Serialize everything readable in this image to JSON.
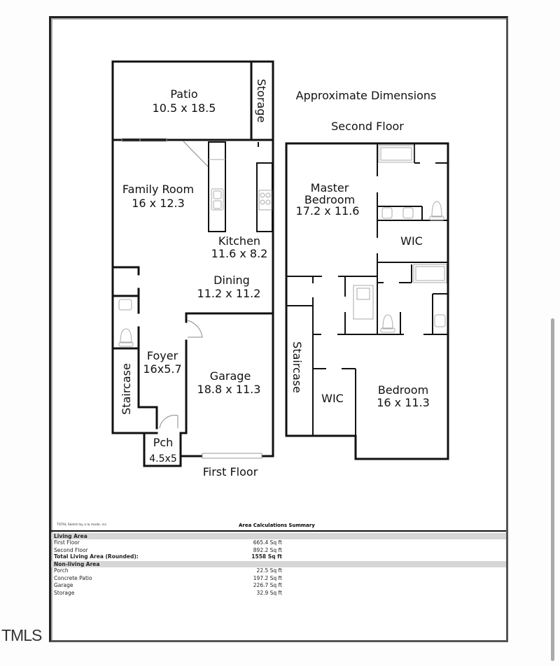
{
  "header": {
    "approx": "Approximate Dimensions",
    "second_floor_title": "Second Floor",
    "first_floor_title": "First Floor"
  },
  "first_floor": {
    "patio": {
      "name": "Patio",
      "dims": "10.5 x 18.5"
    },
    "storage": {
      "name": "Storage"
    },
    "family_room": {
      "name": "Family Room",
      "dims": "16 x 12.3"
    },
    "kitchen": {
      "name": "Kitchen",
      "dims": "11.6 x 8.2"
    },
    "dining": {
      "name": "Dining",
      "dims": "11.2 x 11.2"
    },
    "foyer": {
      "name": "Foyer",
      "dims": "16x5.7"
    },
    "garage": {
      "name": "Garage",
      "dims": "18.8 x 11.3"
    },
    "staircase": {
      "name": "Staircase"
    },
    "porch": {
      "name": "Pch",
      "dims": "4.5x5"
    }
  },
  "second_floor": {
    "master_bedroom": {
      "name1": "Master",
      "name2": "Bedroom",
      "dims": "17.2 x 11.6"
    },
    "master_wic": {
      "name": "WIC"
    },
    "staircase": {
      "name": "Staircase"
    },
    "wic": {
      "name": "WIC"
    },
    "bedroom": {
      "name": "Bedroom",
      "dims": "16 x 11.3"
    }
  },
  "summary": {
    "credit": "TOTAL Sketch by a la mode, inc.",
    "title": "Area Calculations Summary",
    "living": {
      "heading": "Living Area",
      "rows": [
        {
          "label": "First Floor",
          "value": "665.4 Sq ft"
        },
        {
          "label": "Second Floor",
          "value": "892.2 Sq ft"
        }
      ],
      "total": {
        "label": "Total Living Area (Rounded):",
        "value": "1558 Sq ft"
      }
    },
    "nonliving": {
      "heading": "Non-living Area",
      "rows": [
        {
          "label": "Porch",
          "value": "22.5 Sq ft"
        },
        {
          "label": "Concrete Patio",
          "value": "197.2 Sq ft"
        },
        {
          "label": "Garage",
          "value": "226.7 Sq ft"
        },
        {
          "label": "Storage",
          "value": "32.9 Sq ft"
        }
      ]
    }
  },
  "watermark": "TMLS"
}
